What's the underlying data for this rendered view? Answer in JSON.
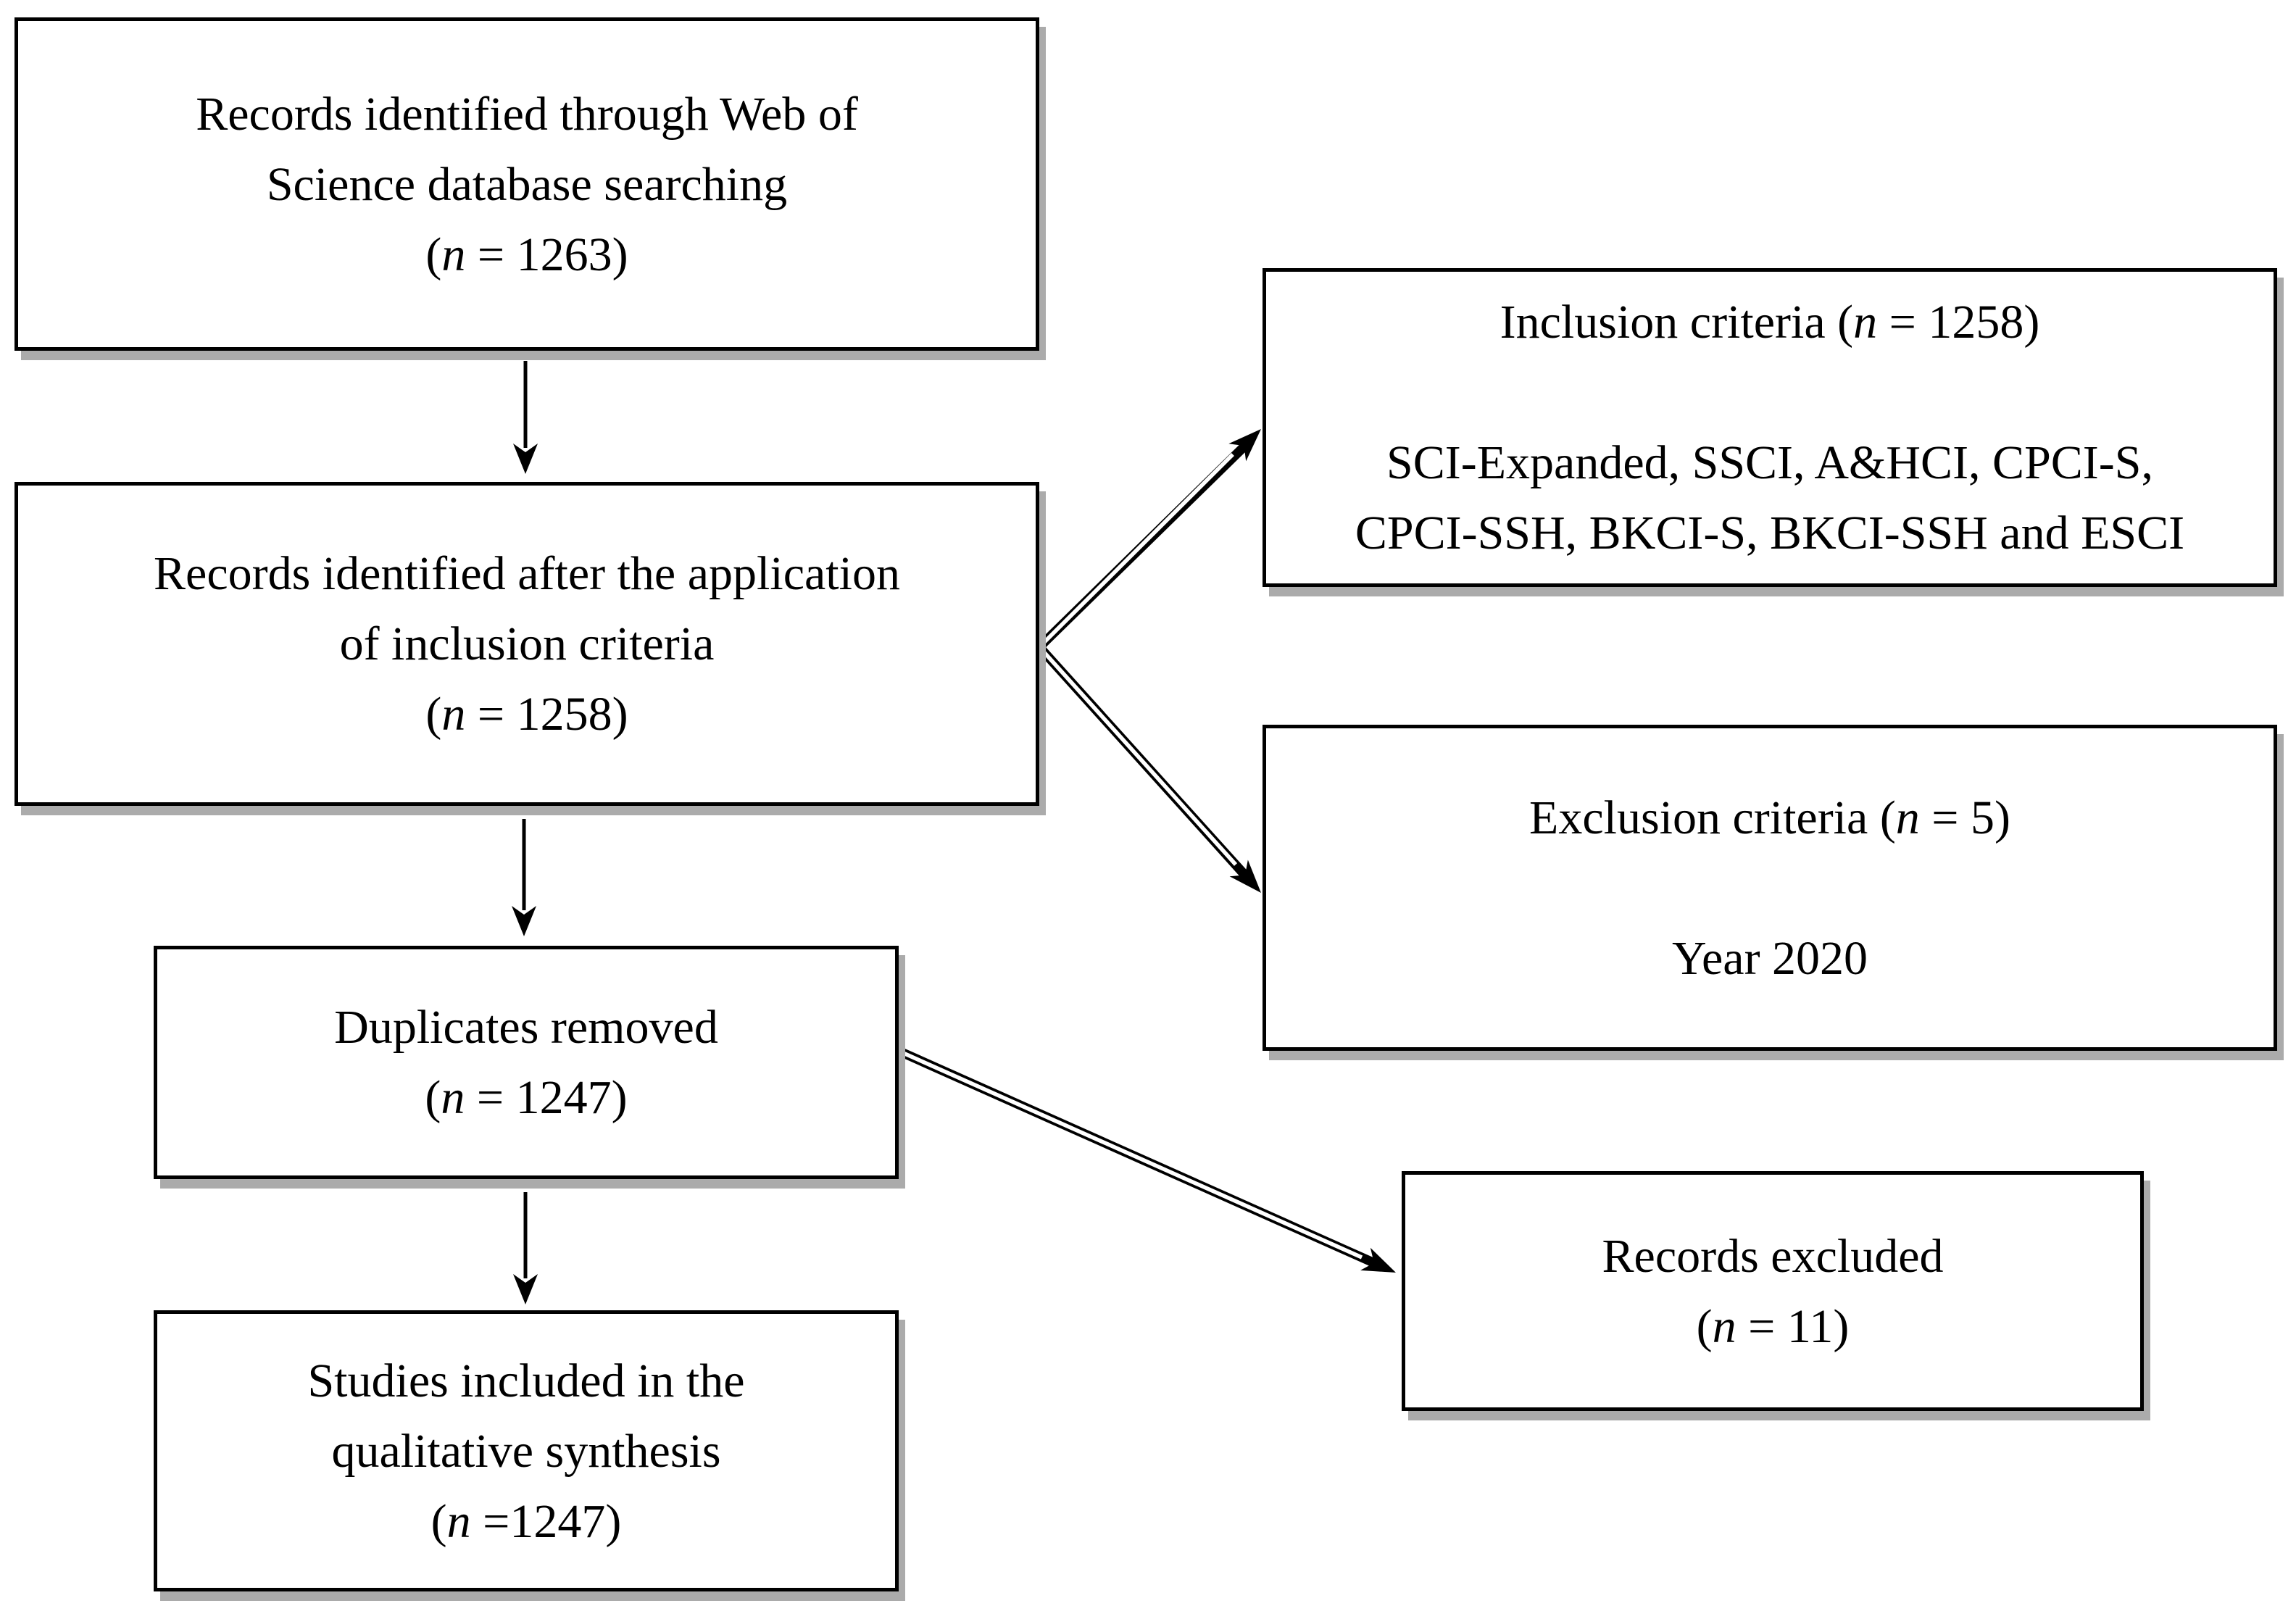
{
  "diagram": {
    "background_color": "#ffffff",
    "box_border_color": "#000000",
    "box_shadow_color": "#ababab",
    "text_color": "#000000",
    "nodes": {
      "identified": {
        "line1": "Records identified through Web of",
        "line2": "Science database searching",
        "count_open": "(",
        "count_var": "n",
        "count_rest": " = 1263)"
      },
      "after_inclusion": {
        "line1": "Records identified after the application",
        "line2": "of inclusion criteria",
        "count_open": "(",
        "count_var": "n",
        "count_rest": " = 1258)"
      },
      "inclusion_criteria": {
        "title_prefix": "Inclusion criteria (",
        "title_var": "n",
        "title_rest": " = 1258)",
        "body_line1": "SCI-Expanded, SSCI, A&HCI, CPCI-S,",
        "body_line2": "CPCI-SSH, BKCI-S, BKCI-SSH and ESCI"
      },
      "exclusion_criteria": {
        "title_prefix": "Exclusion criteria (",
        "title_var": "n",
        "title_rest": " = 5)",
        "body_line1": "Year 2020"
      },
      "duplicates": {
        "line1": "Duplicates removed",
        "count_open": "(",
        "count_var": "n",
        "count_rest": " = 1247)"
      },
      "excluded": {
        "line1": "Records excluded",
        "count_open": "(",
        "count_var": "n",
        "count_rest": " = 11)"
      },
      "included": {
        "line1": "Studies included in the",
        "line2": "qualitative synthesis",
        "count_open": "(",
        "count_var": "n",
        "count_rest": " =1247)"
      }
    },
    "edges": [
      {
        "from": "identified",
        "to": "after_inclusion",
        "style": "single-line-arrow"
      },
      {
        "from": "after_inclusion",
        "to": "inclusion_criteria",
        "style": "double-line-arrow"
      },
      {
        "from": "after_inclusion",
        "to": "exclusion_criteria",
        "style": "double-line-arrow"
      },
      {
        "from": "after_inclusion",
        "to": "duplicates",
        "style": "single-line-arrow"
      },
      {
        "from": "duplicates",
        "to": "excluded",
        "style": "double-line-arrow"
      },
      {
        "from": "duplicates",
        "to": "included",
        "style": "single-line-arrow"
      }
    ]
  }
}
